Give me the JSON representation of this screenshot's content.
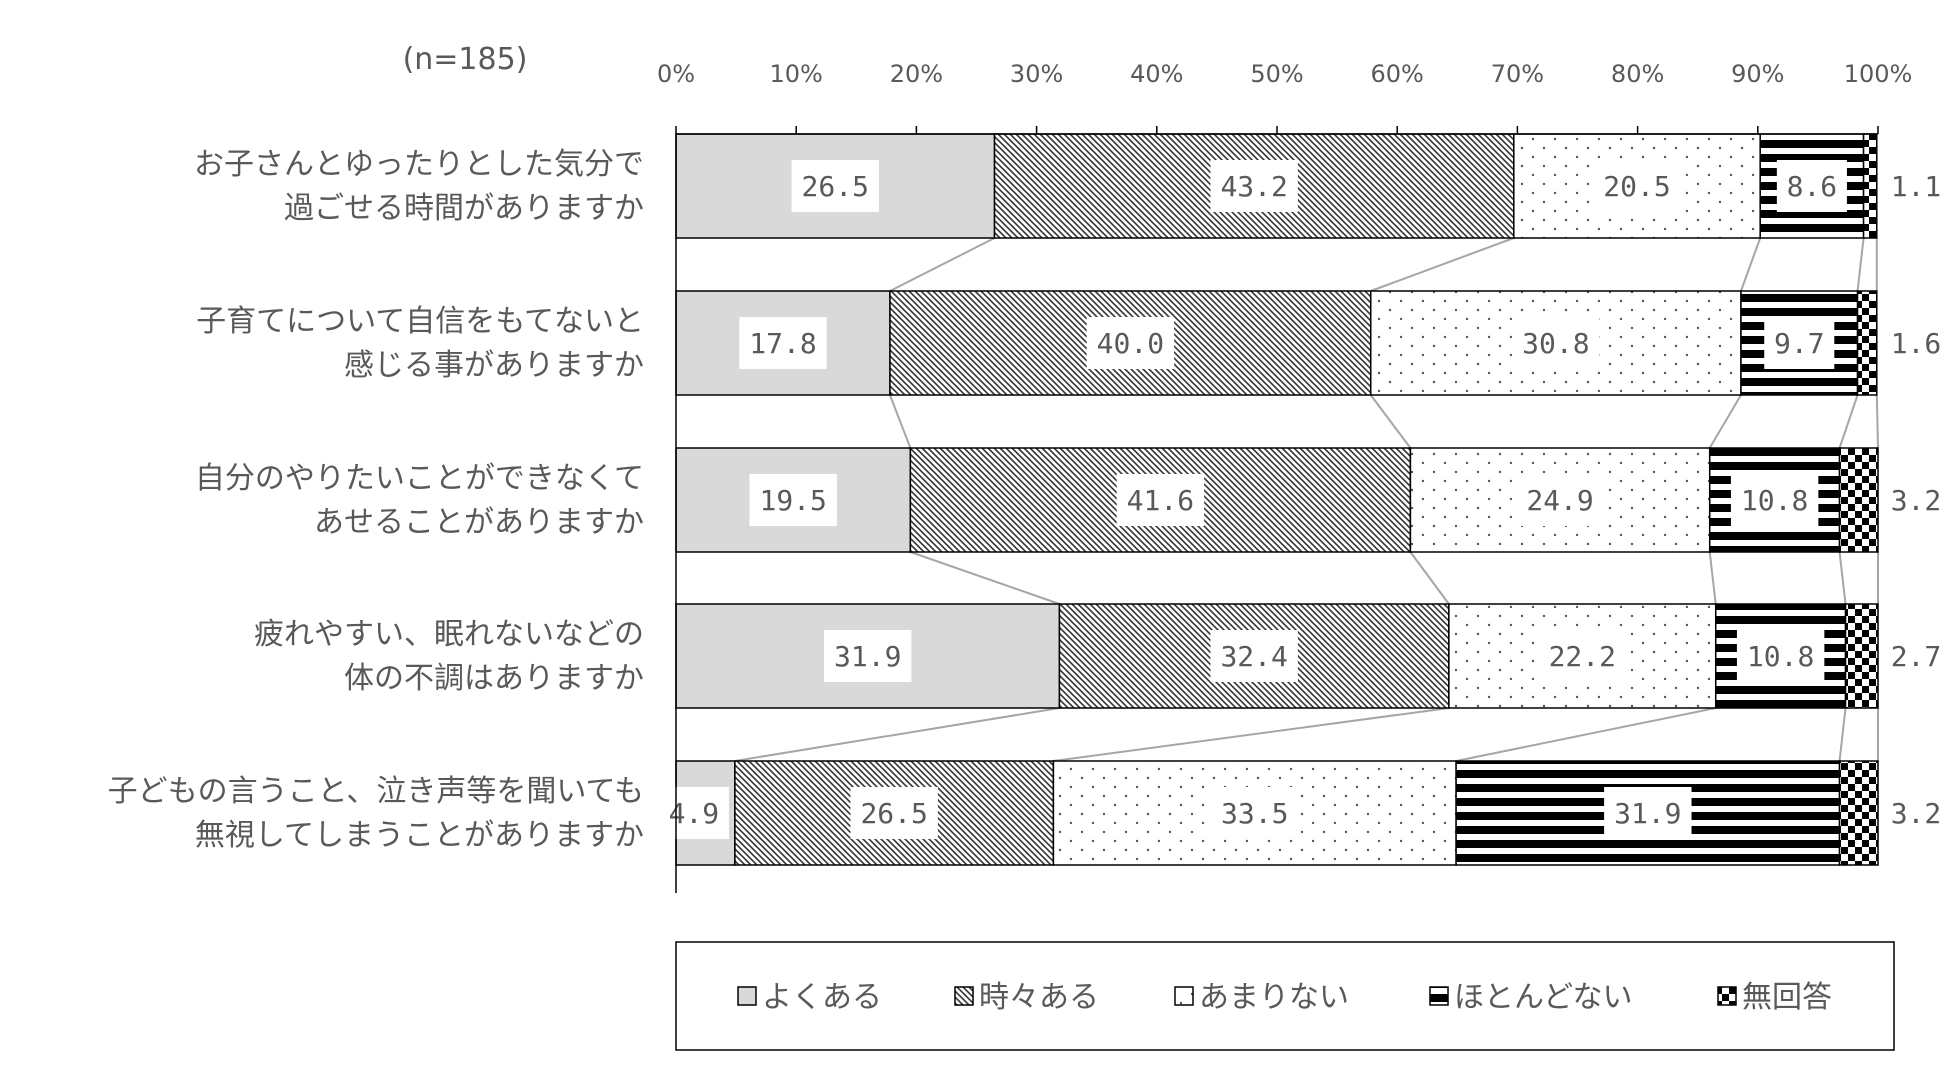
{
  "chart_data": {
    "type": "bar",
    "orientation": "horizontal",
    "stacked": true,
    "percent_stacked": true,
    "sample_size_label": "(n=185)",
    "categories": [
      "お子さんとゆったりとした気分で\n過ごせる時間がありますか",
      "子育てについて自信をもてないと\n感じる事がありますか",
      "自分のやりたいことができなくて\nあせることがありますか",
      "疲れやすい、眠れないなどの\n体の不調はありますか",
      "子どもの言うこと、泣き声等を聞いても\n無視してしまうことがありますか"
    ],
    "series": [
      {
        "name": "よくある",
        "values": [
          26.5,
          17.8,
          19.5,
          31.9,
          4.9
        ],
        "value_labels": [
          "26.5",
          "17.8",
          "19.5",
          "31.9",
          "4.9"
        ],
        "pattern": "gray"
      },
      {
        "name": "時々ある",
        "values": [
          43.2,
          40.0,
          41.6,
          32.4,
          26.5
        ],
        "value_labels": [
          "43.2",
          "40.0",
          "41.6",
          "32.4",
          "26.5"
        ],
        "pattern": "diagonal"
      },
      {
        "name": "あまりない",
        "values": [
          20.5,
          30.8,
          24.9,
          22.2,
          33.5
        ],
        "value_labels": [
          "20.5",
          "30.8",
          "24.9",
          "22.2",
          "33.5"
        ],
        "pattern": "dots"
      },
      {
        "name": "ほとんどない",
        "values": [
          8.6,
          9.7,
          10.8,
          10.8,
          31.9
        ],
        "value_labels": [
          "8.6",
          "9.7",
          "10.8",
          "10.8",
          "31.9"
        ],
        "pattern": "hstripes"
      },
      {
        "name": "無回答",
        "values": [
          1.1,
          1.6,
          3.2,
          2.7,
          3.2
        ],
        "value_labels": [
          "1.1",
          "1.6",
          "3.2",
          "2.7",
          "3.2"
        ],
        "pattern": "checker"
      }
    ],
    "xlim": [
      0,
      100
    ],
    "x_ticks": [
      "0%",
      "10%",
      "20%",
      "30%",
      "40%",
      "50%",
      "60%",
      "70%",
      "80%",
      "90%",
      "100%"
    ],
    "x_axis_position": "top",
    "series_lines": true,
    "grid": false,
    "legend_position": "bottom"
  }
}
